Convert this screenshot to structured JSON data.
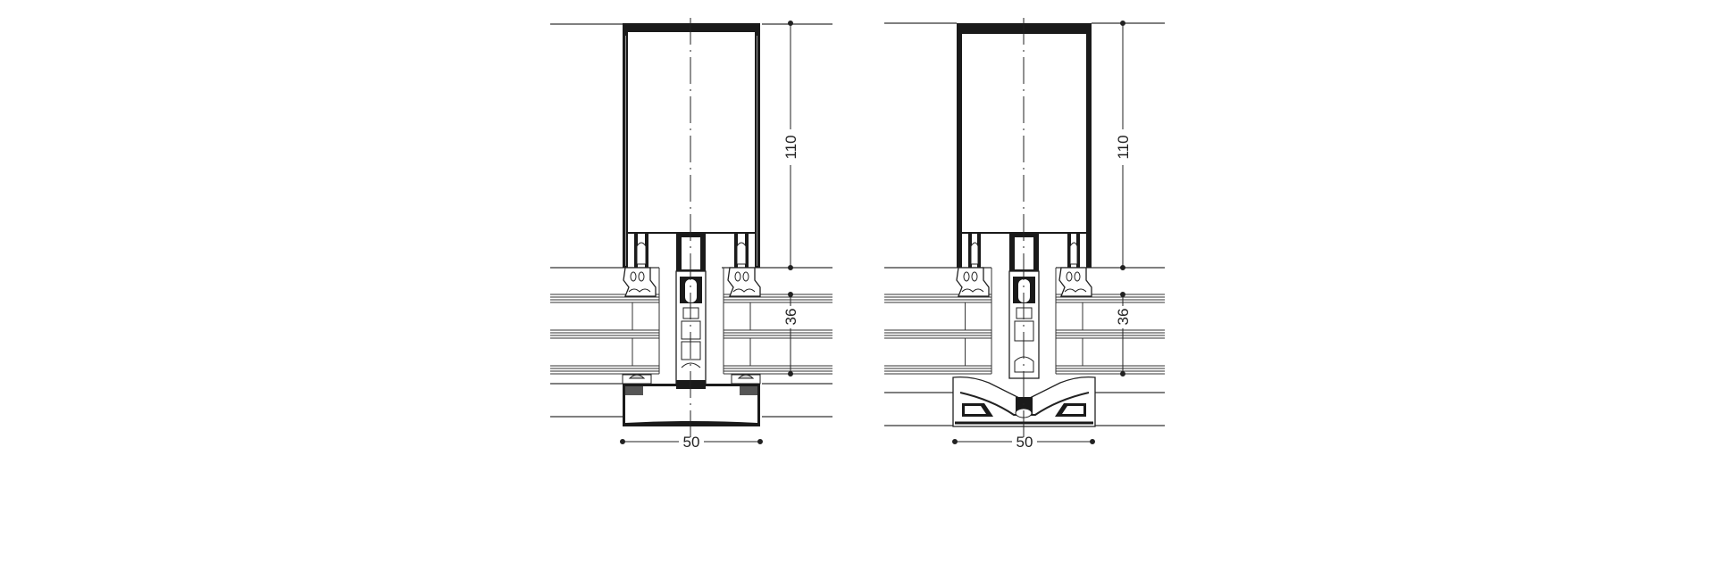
{
  "colors": {
    "ink": "#1a1a1a",
    "line": "#333333",
    "background": "#ffffff"
  },
  "sections": [
    {
      "name": "mullion-section-flat-cap",
      "dimensions": {
        "depth": "110",
        "glazing": "36",
        "width": "50"
      }
    },
    {
      "name": "mullion-section-shaped-cap",
      "dimensions": {
        "depth": "110",
        "glazing": "36",
        "width": "50"
      }
    }
  ]
}
